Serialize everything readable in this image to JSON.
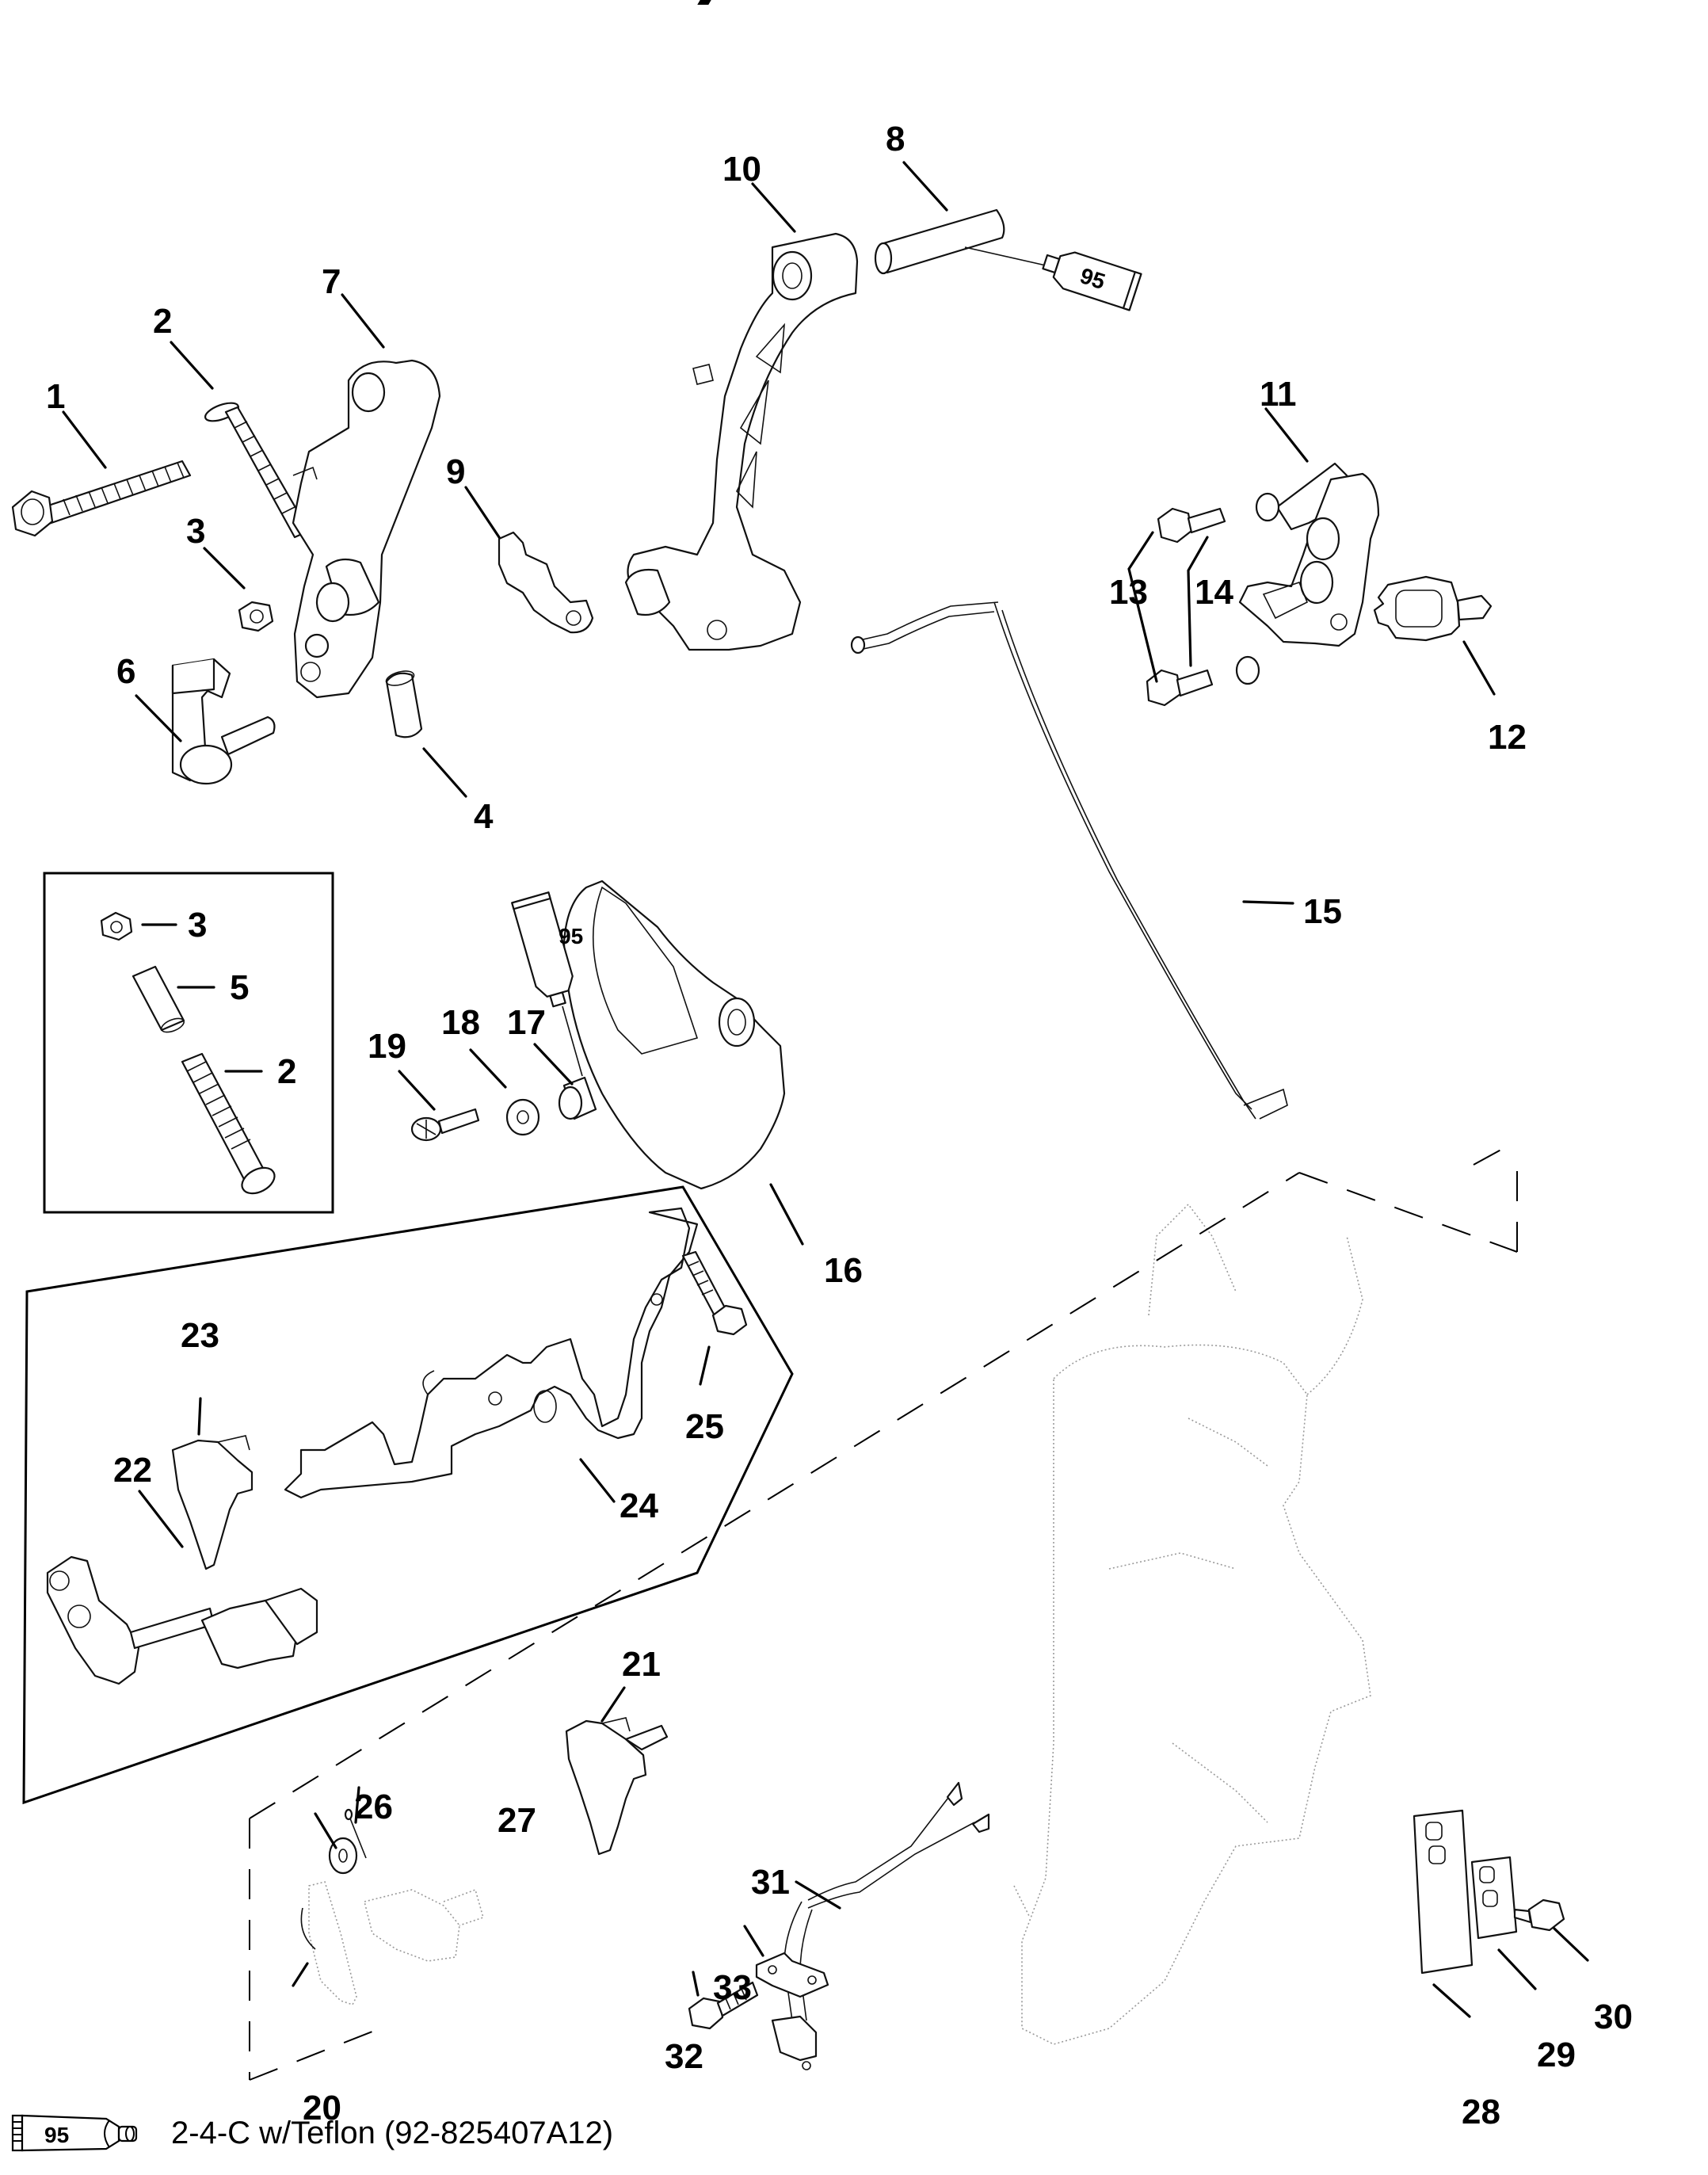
{
  "diagram": {
    "type": "exploded-parts-diagram",
    "labels": {
      "p1": "1",
      "p2": "2",
      "p3": "3",
      "p4": "4",
      "p6": "6",
      "p7": "7",
      "p8": "8",
      "p9": "9",
      "p10": "10",
      "p11": "11",
      "p12": "12",
      "p13": "13",
      "p14": "14",
      "p15": "15",
      "p16": "16",
      "p17": "17",
      "p18": "18",
      "p19": "19",
      "p20": "20",
      "p21": "21",
      "p22": "22",
      "p23": "23",
      "p24": "24",
      "p25": "25",
      "p26": "26",
      "p27": "27",
      "p28": "28",
      "p29": "29",
      "p30": "30",
      "p31": "31",
      "p32": "32",
      "p33": "33"
    },
    "inset_labels": {
      "p3": "3",
      "p5": "5",
      "p2": "2"
    },
    "lubricant_tube_code": "95"
  },
  "legend": {
    "tube_code": "95",
    "description": "2-4-C w/Teflon (92-825407A12)"
  }
}
